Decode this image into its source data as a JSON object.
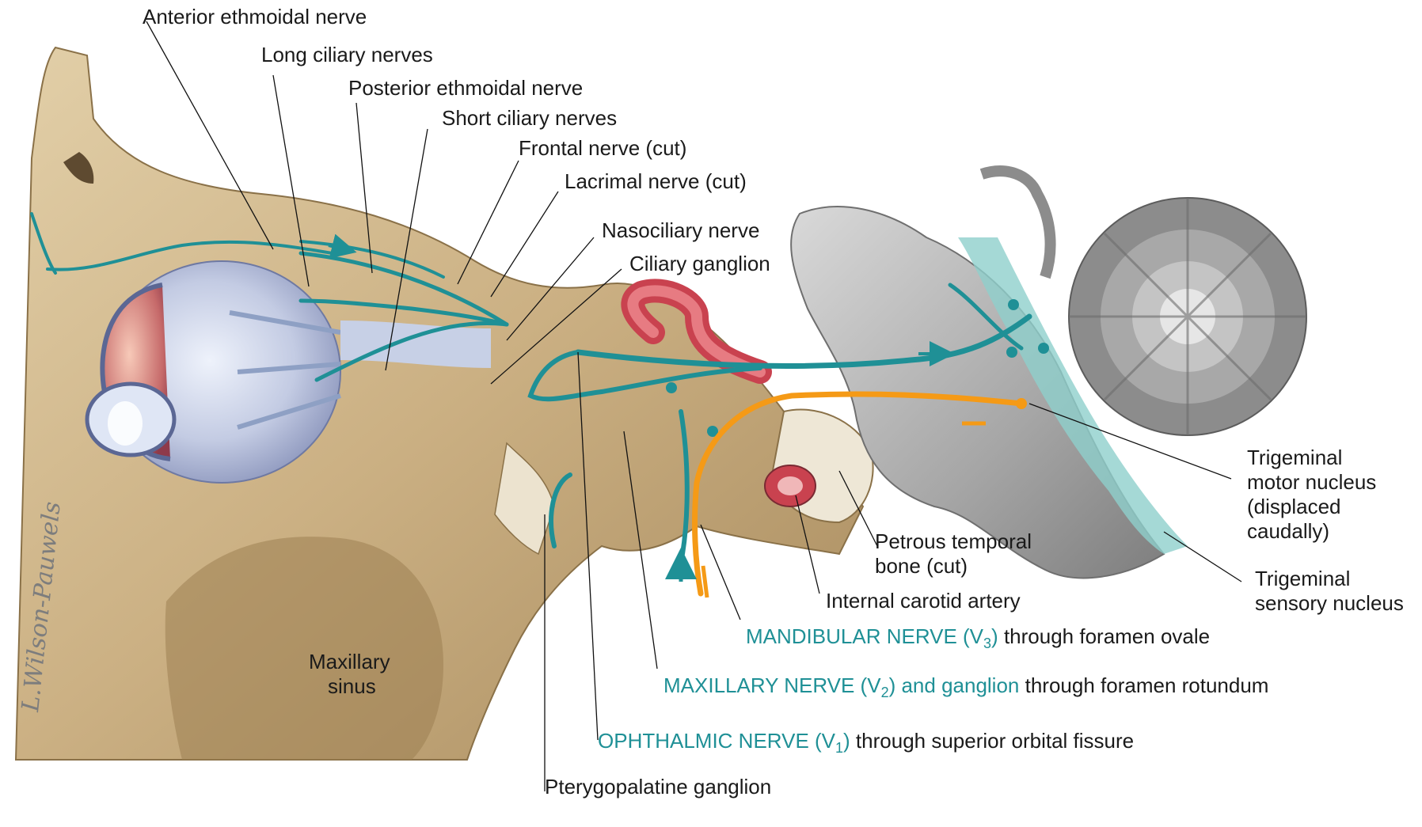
{
  "labels": {
    "anterior_ethmoidal": "Anterior ethmoidal nerve",
    "long_ciliary": "Long ciliary nerves",
    "posterior_ethmoidal": "Posterior ethmoidal nerve",
    "short_ciliary": "Short ciliary nerves",
    "frontal": "Frontal nerve (cut)",
    "lacrimal": "Lacrimal nerve (cut)",
    "nasociliary": "Nasociliary nerve",
    "ciliary_ganglion": "Ciliary ganglion",
    "trigeminal_motor": [
      "Trigeminal",
      "motor nucleus",
      "(displaced",
      "caudally)"
    ],
    "trigeminal_sensory": [
      "Trigeminal",
      "sensory nucleus"
    ],
    "petrous": [
      "Petrous temporal",
      "bone (cut)"
    ],
    "internal_carotid": "Internal carotid artery",
    "maxillary_sinus": [
      "Maxillary",
      "sinus"
    ],
    "pterygopalatine": "Pterygopalatine ganglion"
  },
  "divisions": {
    "v3": {
      "name": "MANDIBULAR NERVE (V",
      "sub": "3",
      "close": ")",
      "rest": " through foramen ovale"
    },
    "v2": {
      "name": "MAXILLARY NERVE (V",
      "sub": "2",
      "close": ") and ganglion",
      "rest": " through foramen rotundum"
    },
    "v1": {
      "name": "OPHTHALMIC NERVE (V",
      "sub": "1",
      "close": ")",
      "rest": " through superior orbital fissure"
    }
  },
  "signature": "L.Wilson-Pauwels",
  "colors": {
    "sensory_nerve": "#1f9096",
    "motor_nerve": "#f59a16",
    "bone": "#cdb48a",
    "brainstem": "#9c9c9c",
    "artery": "#d6525c"
  }
}
